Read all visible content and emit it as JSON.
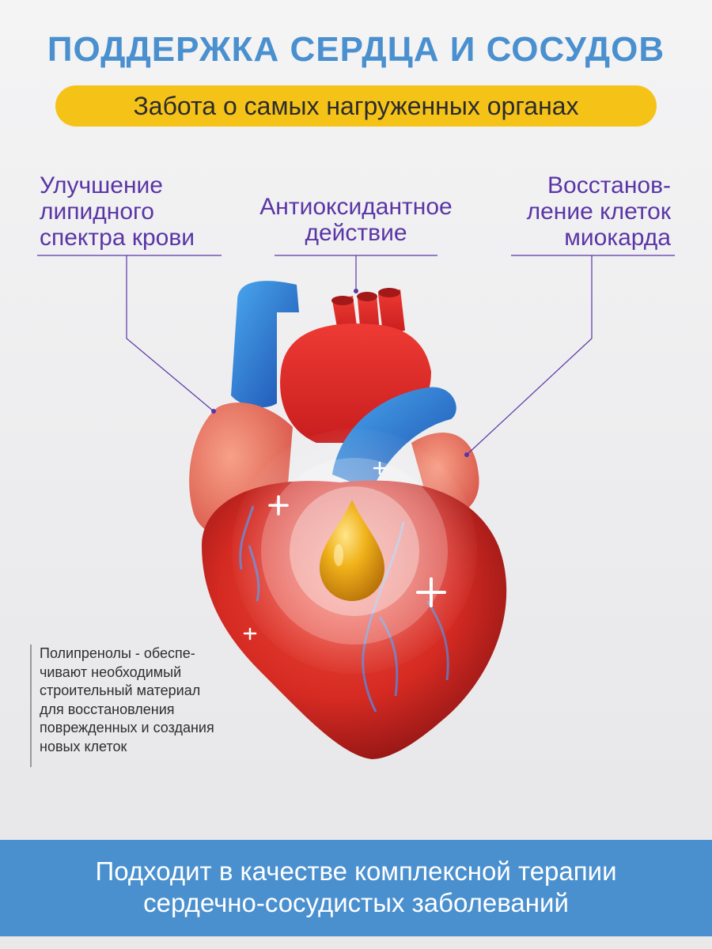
{
  "header": {
    "title": "ПОДДЕРЖКА СЕРДЦА И СОСУДОВ",
    "subtitle": "Забота о самых нагруженных органах"
  },
  "features": {
    "left": [
      "Улучшение",
      "липидного",
      "спектра крови"
    ],
    "center": [
      "Антиоксидантное",
      "действие"
    ],
    "right": [
      "Восстанов-",
      "ление клеток",
      "миокарда"
    ]
  },
  "note": [
    "Полипренолы - обеспе-",
    "чивают необходимый",
    "строительный материал",
    "для восстановления",
    "поврежденных и создания",
    "новых клеток"
  ],
  "footer": [
    "Подходит в качестве комплексной терапии",
    "сердечно-сосудистых заболеваний"
  ],
  "colors": {
    "title": "#4a90cf",
    "pill": "#f5c318",
    "accent": "#5a35a6",
    "footer": "#4a90cf"
  },
  "icons": [
    "heart-illustration",
    "oil-drop-icon",
    "sparkle-plus-icon"
  ]
}
